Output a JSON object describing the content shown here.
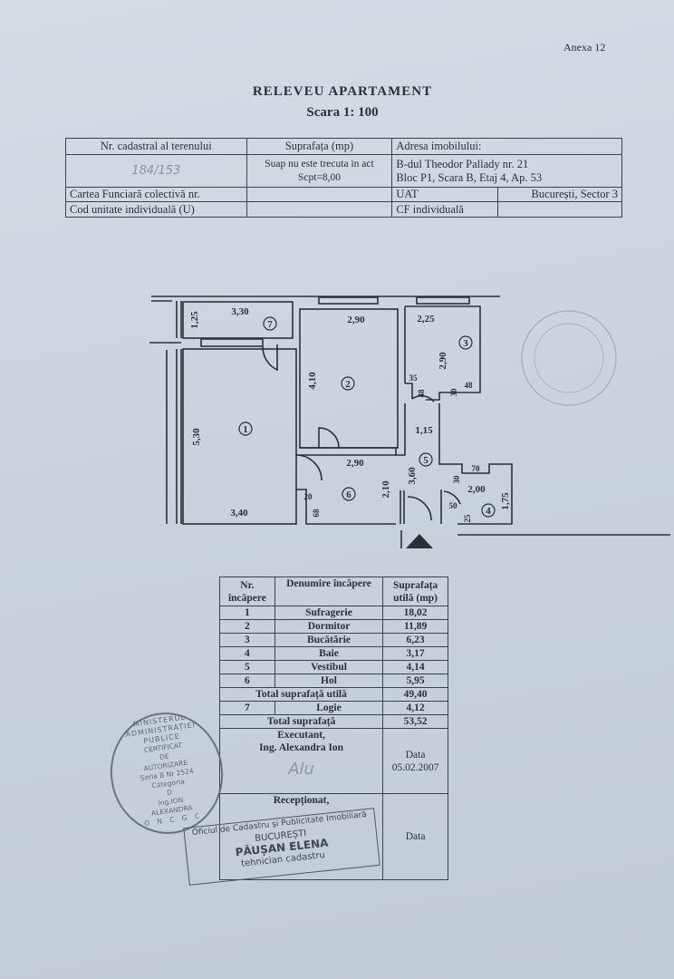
{
  "annex": "Anexa 12",
  "title": "RELEVEU APARTAMENT",
  "scale": "Scara 1: 100",
  "header_table": {
    "cadastral_label": "Nr. cadastral al terenului",
    "cadastral_value": "184/153",
    "surface_label": "Suprafața (mp)",
    "surface_line1": "Suap nu este trecuta in act",
    "surface_line2": "Scpt=8,00",
    "address_label": "Adresa imobilului:",
    "address_line1": "B-dul Theodor Pallady nr. 21",
    "address_line2": "Bloc P1, Scara B, Etaj 4, Ap. 53",
    "carte_label": "Cartea Funciară colectivă nr.",
    "uat_label": "UAT",
    "uat_value": "București, Sector 3",
    "cod_label": "Cod unitate individuală  (U)",
    "cf_label": "CF individuală"
  },
  "floor_plan": {
    "room_numbers": [
      "1",
      "2",
      "3",
      "4",
      "5",
      "6",
      "7"
    ],
    "dimensions": {
      "r7_width": "3,30",
      "r7_depth": "1,25",
      "r1_height": "5,30",
      "r1_width": "3,40",
      "r2_width": "2,90",
      "r2_height": "4,10",
      "r3_width": "2,25",
      "r3_height": "2,90",
      "r3_a": "35",
      "r3_b": "48",
      "r3_c": "30",
      "r3_d": "48",
      "r5_width": "1,15",
      "r5_height": "3,60",
      "r6_width": "2,90",
      "r6_height": "2,10",
      "r6_a": "20",
      "r6_b": "68",
      "r4_width": "2,00",
      "r4_height": "1,75",
      "r4_a": "70",
      "r4_b": "30",
      "r4_c": "50",
      "r4_d": "25"
    }
  },
  "rooms_table": {
    "headers": [
      "Nr. încăpere",
      "Denumire încăpere",
      "Suprafața utilă (mp)"
    ],
    "rows": [
      {
        "nr": "1",
        "name": "Sufragerie",
        "area": "18,02"
      },
      {
        "nr": "2",
        "name": "Dormitor",
        "area": "11,89"
      },
      {
        "nr": "3",
        "name": "Bucătărie",
        "area": "6,23"
      },
      {
        "nr": "4",
        "name": "Baie",
        "area": "3,17"
      },
      {
        "nr": "5",
        "name": "Vestibul",
        "area": "4,14"
      },
      {
        "nr": "6",
        "name": "Hol",
        "area": "5,95"
      }
    ],
    "total_useful_label": "Total suprafață utilă",
    "total_useful": "49,40",
    "extra_row": {
      "nr": "7",
      "name": "Logie",
      "area": "4,12"
    },
    "total_label": "Total suprafață",
    "total": "53,52",
    "executant_label": "Executant,",
    "executant_name": "Ing. Alexandra Ion",
    "date_label": "Data",
    "date_value": "05.02.2007",
    "signature": "Alu",
    "received_label": "Recepționat,",
    "received_date_label": "Data"
  },
  "stamps": {
    "round": {
      "ring": "MINISTERUL ADMINISTRAȚIEI PUBLICE",
      "bottom": "O N C G C",
      "lines": [
        "CERTIFICAT",
        "DE",
        "AUTORIZARE",
        "Seria B Nr 2524",
        "Categoria",
        "D",
        "Ing.ION",
        "ALEXANDRA"
      ]
    },
    "rect": {
      "lines": [
        "Oficiul de Cadastru și Publicitate Imobiliară",
        "BUCUREȘTI",
        "PĂUȘAN ELENA",
        "tehnician cadastru"
      ]
    }
  },
  "colors": {
    "paper": "#c9d2db",
    "ink": "#2b3038",
    "stamp": "#5a6270"
  }
}
